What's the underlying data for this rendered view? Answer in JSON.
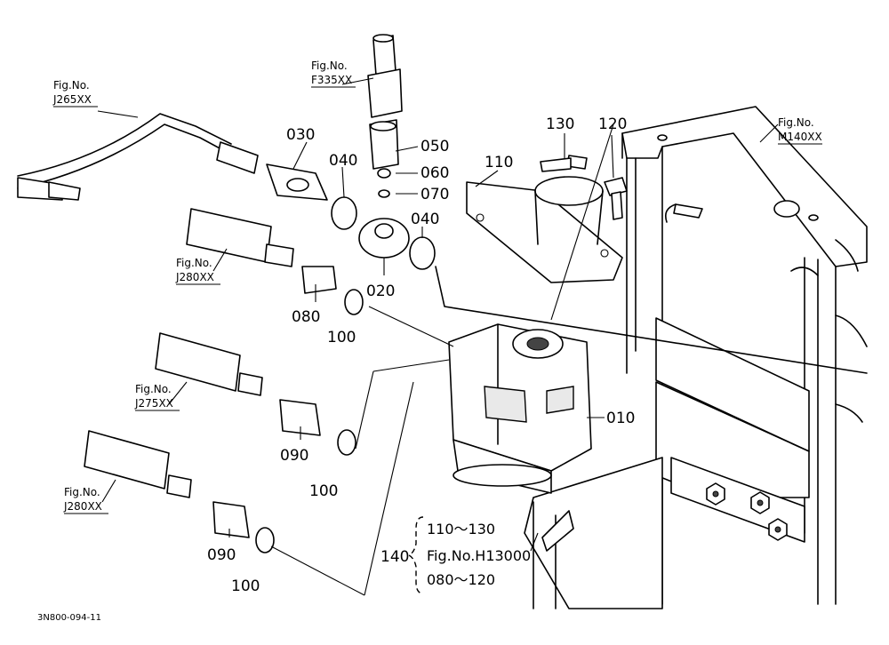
{
  "callouts": {
    "p010": "010",
    "p020": "020",
    "p030": "030",
    "p040a": "040",
    "p040b": "040",
    "p050": "050",
    "p060": "060",
    "p070": "070",
    "p080": "080",
    "p090a": "090",
    "p090b": "090",
    "p100a": "100",
    "p100b": "100",
    "p100c": "100",
    "p110": "110",
    "p120": "120",
    "p130": "130",
    "p140": "140"
  },
  "figure_refs": [
    {
      "label": "Fig.No.",
      "code": "J265XX"
    },
    {
      "label": "Fig.No.",
      "code": "F335XX"
    },
    {
      "label": "Fig.No.",
      "code": "M140XX"
    },
    {
      "label": "Fig.No.",
      "code": "J280XX"
    },
    {
      "label": "Fig.No.",
      "code": "J275XX"
    },
    {
      "label": "Fig.No.",
      "code": "J280XX"
    }
  ],
  "kit_note": {
    "line1": "110～130",
    "line2": "Fig.No.H13000",
    "line3": "080～120"
  },
  "drawing_code": "3N800-094-11"
}
